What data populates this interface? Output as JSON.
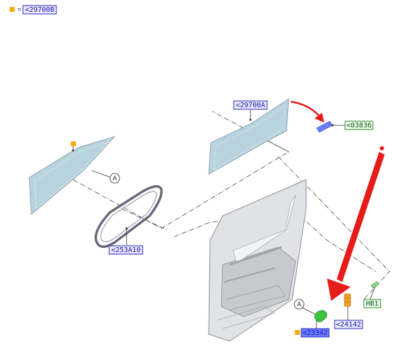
{
  "legend": {
    "marker_color": "#f5a800",
    "equals": "=",
    "code": "<29700B"
  },
  "labels": {
    "glass_right": "<29700A",
    "glass_left_marker": "",
    "seal": "<253A10",
    "clip": "<03836",
    "hb1": "HB1",
    "latch": "<24142",
    "lock": "<23342",
    "callout_a": "A"
  },
  "colors": {
    "glass": "#b9d3de",
    "label_blue_border": "#2a2ab8",
    "label_blue_fill": "#e8e8ff",
    "label_green_border": "#2d8a2d",
    "label_green_fill": "#eefaee",
    "label_highlight": "#6a7cff",
    "red_arrow": "#e81b1b",
    "orange_part": "#f0a020",
    "green_part": "#3cc43c"
  }
}
